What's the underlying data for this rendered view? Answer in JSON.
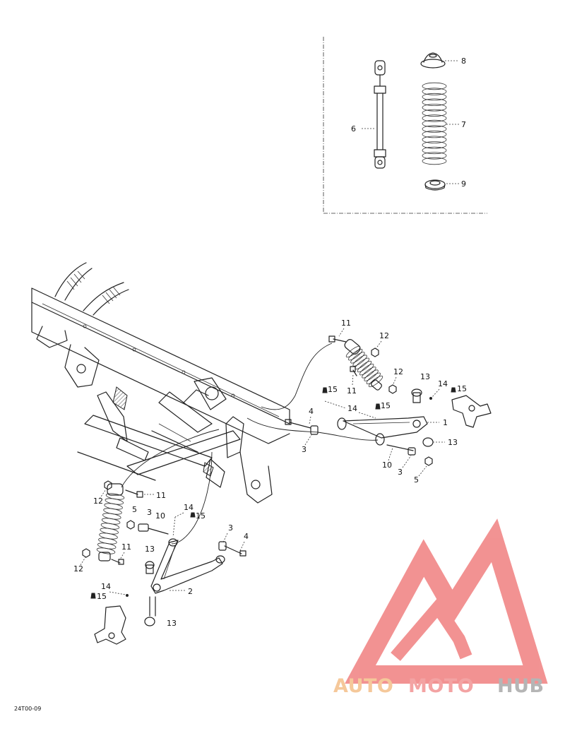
{
  "figure_code": "24T00-09",
  "logo": {
    "word_a": "AUTO",
    "word_b": "MOTO",
    "word_c": "HUB",
    "color_a": "#f5c89a",
    "color_b": "#f3a3a3",
    "color_c": "#b5b5b5",
    "mark_color": "#f08080"
  },
  "inset_callouts": {
    "c6": "6",
    "c7": "7",
    "c8": "8",
    "c9": "9"
  },
  "callouts": {
    "r11": "11",
    "r12a": "12",
    "r12b": "12",
    "r11b": "11",
    "r13": "13",
    "r14": "14",
    "r15a": "15",
    "r15b": "15",
    "r15c": "15",
    "r14b": "14",
    "r4": "4",
    "r3": "3",
    "r1": "1",
    "r13b": "13",
    "r10": "10",
    "r3b": "3",
    "r5": "5",
    "l12": "12",
    "l11": "11",
    "l5": "5",
    "l3": "3",
    "l10": "10",
    "l14": "14",
    "l15": "15",
    "l3b": "3",
    "l4": "4",
    "l11b": "11",
    "l12b": "12",
    "l13": "13",
    "l2": "2",
    "l14b": "14",
    "l15b": "15",
    "l13b": "13"
  }
}
